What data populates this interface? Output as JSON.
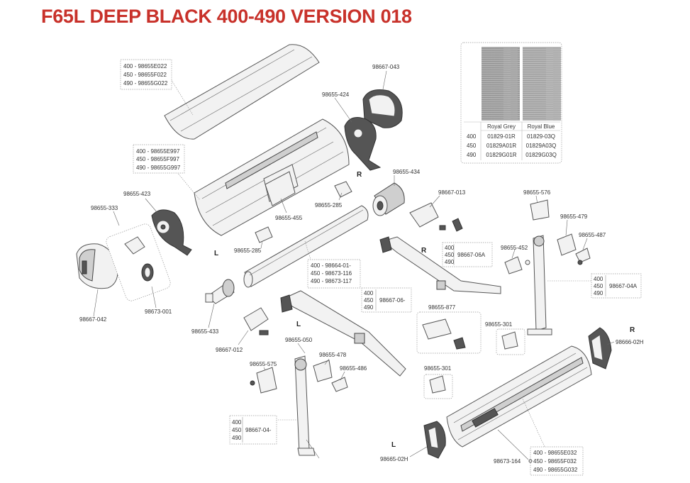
{
  "title": "F65L DEEP BLACK 400-490 VERSION 018",
  "accent_color": "#c8312a",
  "side_labels": {
    "right": "R",
    "left": "L"
  },
  "labels": {
    "p98667_043": "98667-043",
    "p98655_424": "98655-424",
    "p98655_434": "98655-434",
    "p98667_013": "98667-013",
    "p98655_576": "98655-576",
    "p98655_479": "98655-479",
    "p98655_487": "98655-487",
    "p98655_452": "98655-452",
    "p98655_423": "98655-423",
    "p98655_333": "98655-333",
    "p98655_455": "98655-455",
    "p98655_285a": "98655-285",
    "p98655_285b": "98655-285",
    "p98673_001": "98673-001",
    "p98667_042": "98667-042",
    "p98655_433": "98655-433",
    "p98667_012": "98667-012",
    "p98655_050": "98655-050",
    "p98655_478": "98655-478",
    "p98655_486": "98655-486",
    "p98655_575": "98655-575",
    "p98655_877": "98655-877",
    "p98655_301a": "98655-301",
    "p98655_301b": "98655-301",
    "p98666_02H": "98666-02H",
    "p98665_02H": "98665-02H",
    "p98673_164": "98673-164"
  },
  "callouts": {
    "front_cover": [
      "400 - 98655E022",
      "450 - 98655F022",
      "490 - 98655G022"
    ],
    "case": [
      "400 - 98655E997",
      "450 - 98655F997",
      "490 - 98655G997"
    ],
    "roller_tube": [
      "400 - 98664-01-",
      "450 - 98673-116",
      "490 - 98673-117"
    ],
    "front_bar": [
      "400 - 98655E032",
      "450 - 98655F032",
      "490 - 98655G032"
    ]
  },
  "size_groups": {
    "arm_right": {
      "sizes": [
        "400",
        "450",
        "490"
      ],
      "code": "98667-06A"
    },
    "arm_left": {
      "sizes": [
        "400",
        "450",
        "490"
      ],
      "code": "98667-06-"
    },
    "leg_right": {
      "sizes": [
        "400",
        "450",
        "490"
      ],
      "code": "98667-04A"
    },
    "leg_left": {
      "sizes": [
        "400",
        "450",
        "490"
      ],
      "code": "98667-04-"
    }
  },
  "fabric_table": {
    "headers": [
      "Royal Grey",
      "Royal Blue"
    ],
    "rows": [
      {
        "size": "400",
        "grey": "01829-01R",
        "blue": "01829-03Q"
      },
      {
        "size": "450",
        "grey": "01829A01R",
        "blue": "01829A03Q"
      },
      {
        "size": "490",
        "grey": "01829G01R",
        "blue": "01829G03Q"
      }
    ],
    "swatch_colors": {
      "grey": "#9a9a9a",
      "blue": "#a6a6ab"
    }
  }
}
